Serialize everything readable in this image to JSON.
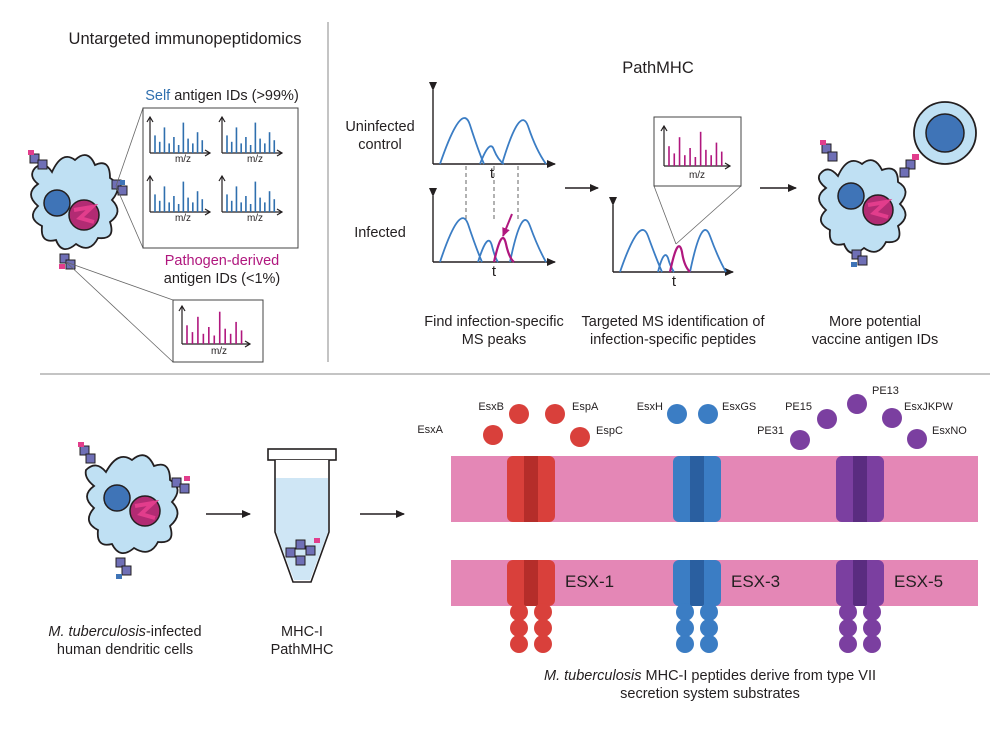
{
  "top_left": {
    "title": "Untargeted immunopeptidomics",
    "self_word": "Self",
    "self_rest": " antigen IDs (>99%)",
    "pathogen_word": "Pathogen-derived",
    "pathogen_rest": "antigen IDs (<1%)",
    "mz_label": "m/z"
  },
  "top_right": {
    "title": "PathMHC",
    "uninfected_label": "Uninfected control",
    "infected_label": "Infected",
    "time_label": "t",
    "step1_caption": "Find infection-specific MS peaks",
    "step2_caption": "Targeted MS identification of infection-specific peptides",
    "step3_caption": "More potential vaccine antigen IDs",
    "mz_label": "m/z"
  },
  "bottom": {
    "cells_italic": "M. tuberculosis",
    "cells_rest": "-infected human dendritic cells",
    "tube_caption": "MHC-I PathMHC",
    "final_italic": "M. tuberculosis",
    "final_rest": " MHC-I peptides derive from type VII secretion system substrates",
    "systems": [
      {
        "name": "ESX-1",
        "color": "#d9403b",
        "substrates": [
          "EsxA",
          "EsxB",
          "EspA",
          "EspC"
        ]
      },
      {
        "name": "ESX-3",
        "color": "#3b7dc4",
        "substrates": [
          "EsxH",
          "EsxGS"
        ]
      },
      {
        "name": "ESX-5",
        "color": "#7b3fa0",
        "substrates": [
          "PE31",
          "PE15",
          "PE13",
          "EsxJKPW",
          "EsxNO"
        ]
      }
    ]
  },
  "colors": {
    "self": "#2f6fae",
    "pathogen": "#b0177e",
    "membrane": "#e487b6",
    "cell_fill": "#bfe0f3",
    "nucleus": "#3f74b7"
  }
}
